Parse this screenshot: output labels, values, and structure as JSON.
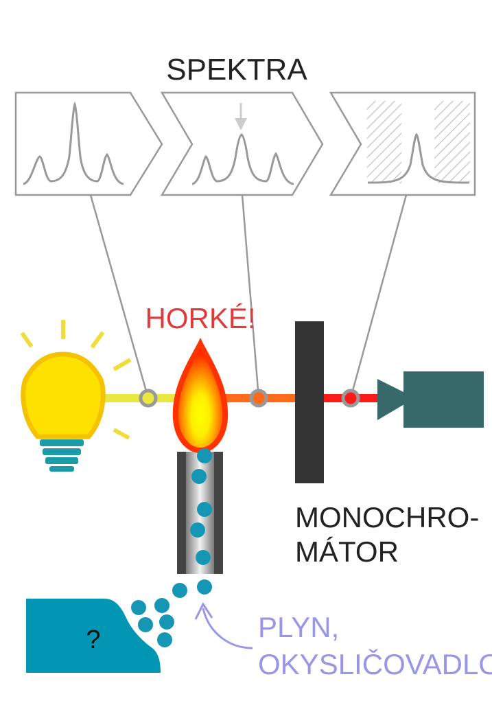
{
  "title": "SPEKTRA",
  "warning": "HORKÉ!",
  "monochromator": {
    "line1": "MONOCHRO-",
    "line2": "MÁTOR"
  },
  "gas": {
    "line1": "PLYN,",
    "line2": "OKYSLIČOVADLO"
  },
  "sample_label": "?",
  "colors": {
    "outline": "#999999",
    "lamp": "#ffe100",
    "lamp_rim": "#f5c200",
    "lamp_base": "#1b9aa8",
    "beam_before": "#e8e840",
    "beam_middle": "#ff6a1a",
    "beam_after": "#ff1a1a",
    "flame_outer": "#ff3300",
    "flame_inner": "#ffff00",
    "monochromator": "#333333",
    "detector": "#37696a",
    "droplet": "#1496b4",
    "sample": "#0096b4",
    "warning_text": "#e03a3a",
    "gas_text": "#9a96e6",
    "text": "#222222"
  }
}
